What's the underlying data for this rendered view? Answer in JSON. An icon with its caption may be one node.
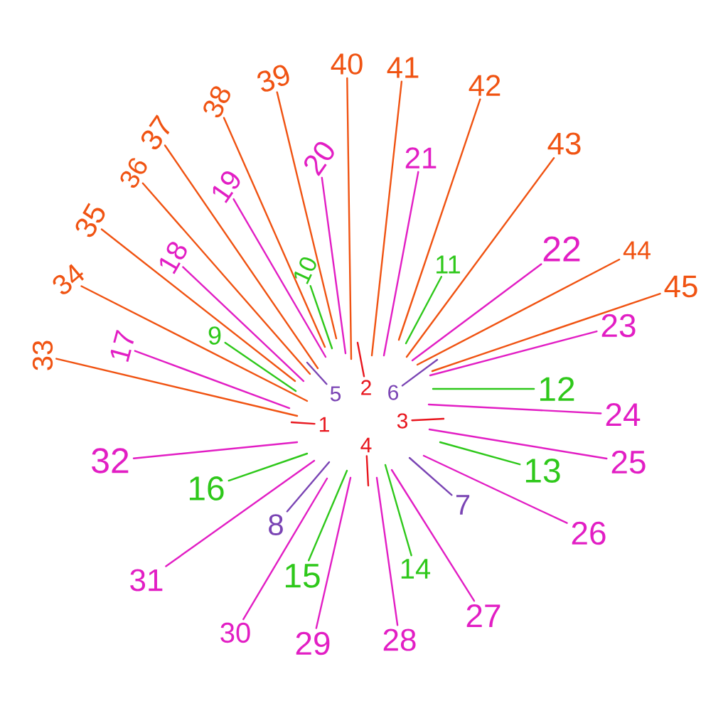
{
  "diagram": {
    "nodes": [
      {
        "text": [
          "1"
        ]
      },
      {
        "text": [
          "2"
        ]
      },
      {
        "text": [
          "3"
        ]
      },
      {
        "text": [
          "4"
        ]
      },
      {
        "text": [
          "5"
        ]
      },
      {
        "text": [
          "6"
        ]
      },
      {
        "text": [
          "7"
        ]
      },
      {
        "text": [
          "8"
        ]
      },
      {
        "text": [
          "9"
        ]
      },
      {
        "text": [
          "10"
        ]
      },
      {
        "text": [
          "11"
        ]
      },
      {
        "text": [
          "12"
        ]
      },
      {
        "text": [
          "13"
        ]
      },
      {
        "text": [
          "14"
        ]
      },
      {
        "text": [
          "15"
        ]
      },
      {
        "text": [
          "16"
        ]
      },
      {
        "text": [
          "17"
        ]
      },
      {
        "text": [
          "18"
        ]
      },
      {
        "text": [
          "19"
        ]
      },
      {
        "text": [
          "20"
        ]
      },
      {
        "text": [
          "21"
        ]
      },
      {
        "text": [
          "22"
        ]
      },
      {
        "text": [
          "23"
        ]
      },
      {
        "text": [
          "24"
        ]
      },
      {
        "text": [
          "25"
        ]
      },
      {
        "text": [
          "26"
        ]
      },
      {
        "text": [
          "27"
        ]
      },
      {
        "text": [
          "28"
        ]
      },
      {
        "text": [
          "29"
        ]
      },
      {
        "text": [
          "30"
        ]
      },
      {
        "text": [
          "31"
        ]
      },
      {
        "text": [
          "32"
        ]
      },
      {
        "text": [
          "33"
        ]
      },
      {
        "text": [
          "34"
        ]
      },
      {
        "text": [
          "35"
        ]
      },
      {
        "text": [
          "36"
        ]
      },
      {
        "text": [
          "37"
        ]
      },
      {
        "text": [
          "38"
        ]
      },
      {
        "text": [
          "39"
        ]
      },
      {
        "text": [
          "40"
        ]
      },
      {
        "text": [
          "41"
        ]
      },
      {
        "text": [
          "42"
        ]
      },
      {
        "text": [
          "43"
        ]
      },
      {
        "text": [
          "44"
        ]
      },
      {
        "text": [
          "45"
        ]
      }
    ],
    "edges": [
      {
        "from": 0,
        "to": null,
        "arrow": "none",
        "color": "#e8161e"
      },
      {
        "from": 1,
        "to": null,
        "arrow": "none",
        "color": "#e8161e"
      },
      {
        "from": 2,
        "to": null,
        "arrow": "none",
        "color": "#e8161e"
      },
      {
        "from": 3,
        "to": null,
        "arrow": "none",
        "color": "#e8161e"
      },
      {
        "from": 4,
        "to": null,
        "arrow": "none",
        "color": "#7a44b4"
      },
      {
        "from": 5,
        "to": null,
        "arrow": "none",
        "color": "#7a44b4"
      },
      {
        "from": 6,
        "to": null,
        "arrow": "none",
        "color": "#7a44b4"
      },
      {
        "from": 7,
        "to": null,
        "arrow": "none",
        "color": "#7a44b4"
      },
      {
        "from": 8,
        "to": null,
        "arrow": "none",
        "color": "#2ec81a"
      },
      {
        "from": 9,
        "to": null,
        "arrow": "none",
        "color": "#2ec81a"
      },
      {
        "from": 10,
        "to": null,
        "arrow": "none",
        "color": "#2ec81a"
      },
      {
        "from": 11,
        "to": null,
        "arrow": "none",
        "color": "#2ec81a"
      },
      {
        "from": 12,
        "to": null,
        "arrow": "none",
        "color": "#2ec81a"
      },
      {
        "from": 13,
        "to": null,
        "arrow": "none",
        "color": "#2ec81a"
      },
      {
        "from": 14,
        "to": null,
        "arrow": "none",
        "color": "#2ec81a"
      },
      {
        "from": 15,
        "to": null,
        "arrow": "none",
        "color": "#2ec81a"
      },
      {
        "from": 16,
        "to": null,
        "arrow": "none"
      },
      {
        "from": 17,
        "to": null,
        "arrow": "none"
      },
      {
        "from": 18,
        "to": null,
        "arrow": "none"
      },
      {
        "from": 19,
        "to": null,
        "arrow": "none"
      },
      {
        "from": 20,
        "to": null,
        "arrow": "none"
      },
      {
        "from": 21,
        "to": null,
        "arrow": "none"
      },
      {
        "from": 22,
        "to": null,
        "arrow": "none"
      },
      {
        "from": 23,
        "to": null,
        "arrow": "none"
      },
      {
        "from": 24,
        "to": null,
        "arrow": "none"
      },
      {
        "from": 25,
        "to": null,
        "arrow": "none"
      },
      {
        "from": 26,
        "to": null,
        "arrow": "none"
      },
      {
        "from": 27,
        "to": null,
        "arrow": "none"
      },
      {
        "from": 28,
        "to": null,
        "arrow": "none"
      },
      {
        "from": 29,
        "to": null,
        "arrow": "none"
      },
      {
        "from": 30,
        "to": null,
        "arrow": "none"
      },
      {
        "from": 31,
        "to": null,
        "arrow": "none"
      },
      {
        "from": 32,
        "to": null,
        "arrow": "none",
        "color": "#f05312"
      },
      {
        "from": 33,
        "to": null,
        "arrow": "none",
        "color": "#f05312"
      },
      {
        "from": 34,
        "to": null,
        "arrow": "none",
        "color": "#f05312"
      },
      {
        "from": 35,
        "to": null,
        "arrow": "none",
        "color": "#f05312"
      },
      {
        "from": 36,
        "to": null,
        "arrow": "none",
        "color": "#f05312"
      },
      {
        "from": 37,
        "to": null,
        "arrow": "none",
        "color": "#f05312"
      },
      {
        "from": 38,
        "to": null,
        "arrow": "none",
        "color": "#f05312"
      },
      {
        "from": 39,
        "to": null,
        "arrow": "none",
        "color": "#f05312"
      },
      {
        "from": 40,
        "to": null,
        "arrow": "none",
        "color": "#f05312"
      },
      {
        "from": 41,
        "to": null,
        "arrow": "none",
        "color": "#f05312"
      },
      {
        "from": 42,
        "to": null,
        "arrow": "none",
        "color": "#f05312"
      },
      {
        "from": 43,
        "to": null,
        "arrow": "none",
        "color": "#f05312"
      },
      {
        "from": 44,
        "to": null,
        "arrow": "none",
        "color": "#f05312"
      }
    ]
  }
}
